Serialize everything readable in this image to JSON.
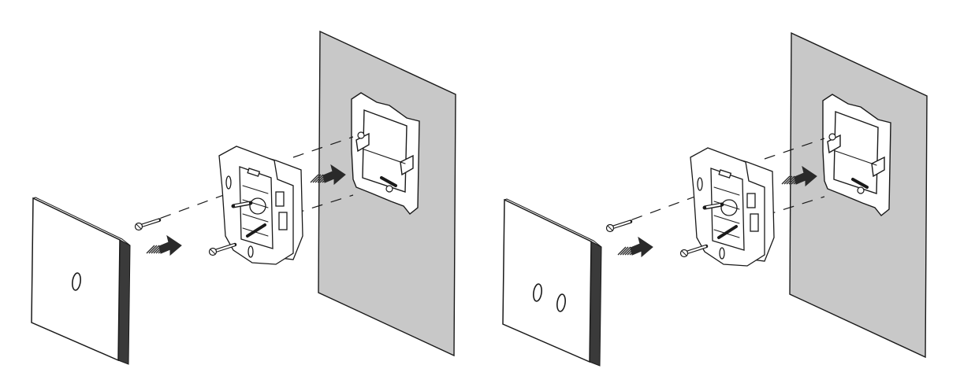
{
  "figures": [
    {
      "id": "single-switch",
      "button_count": 1
    },
    {
      "id": "double-switch",
      "button_count": 2
    }
  ],
  "colors": {
    "background": "#ffffff",
    "wall": "#c8c8c8",
    "line": "#1a1a1a",
    "arrow": "#2a2a2a"
  },
  "icons": [
    "cover-plate-icon",
    "switch-mechanism-icon",
    "wall-box-icon",
    "screw-icon",
    "push-arrow-icon"
  ]
}
